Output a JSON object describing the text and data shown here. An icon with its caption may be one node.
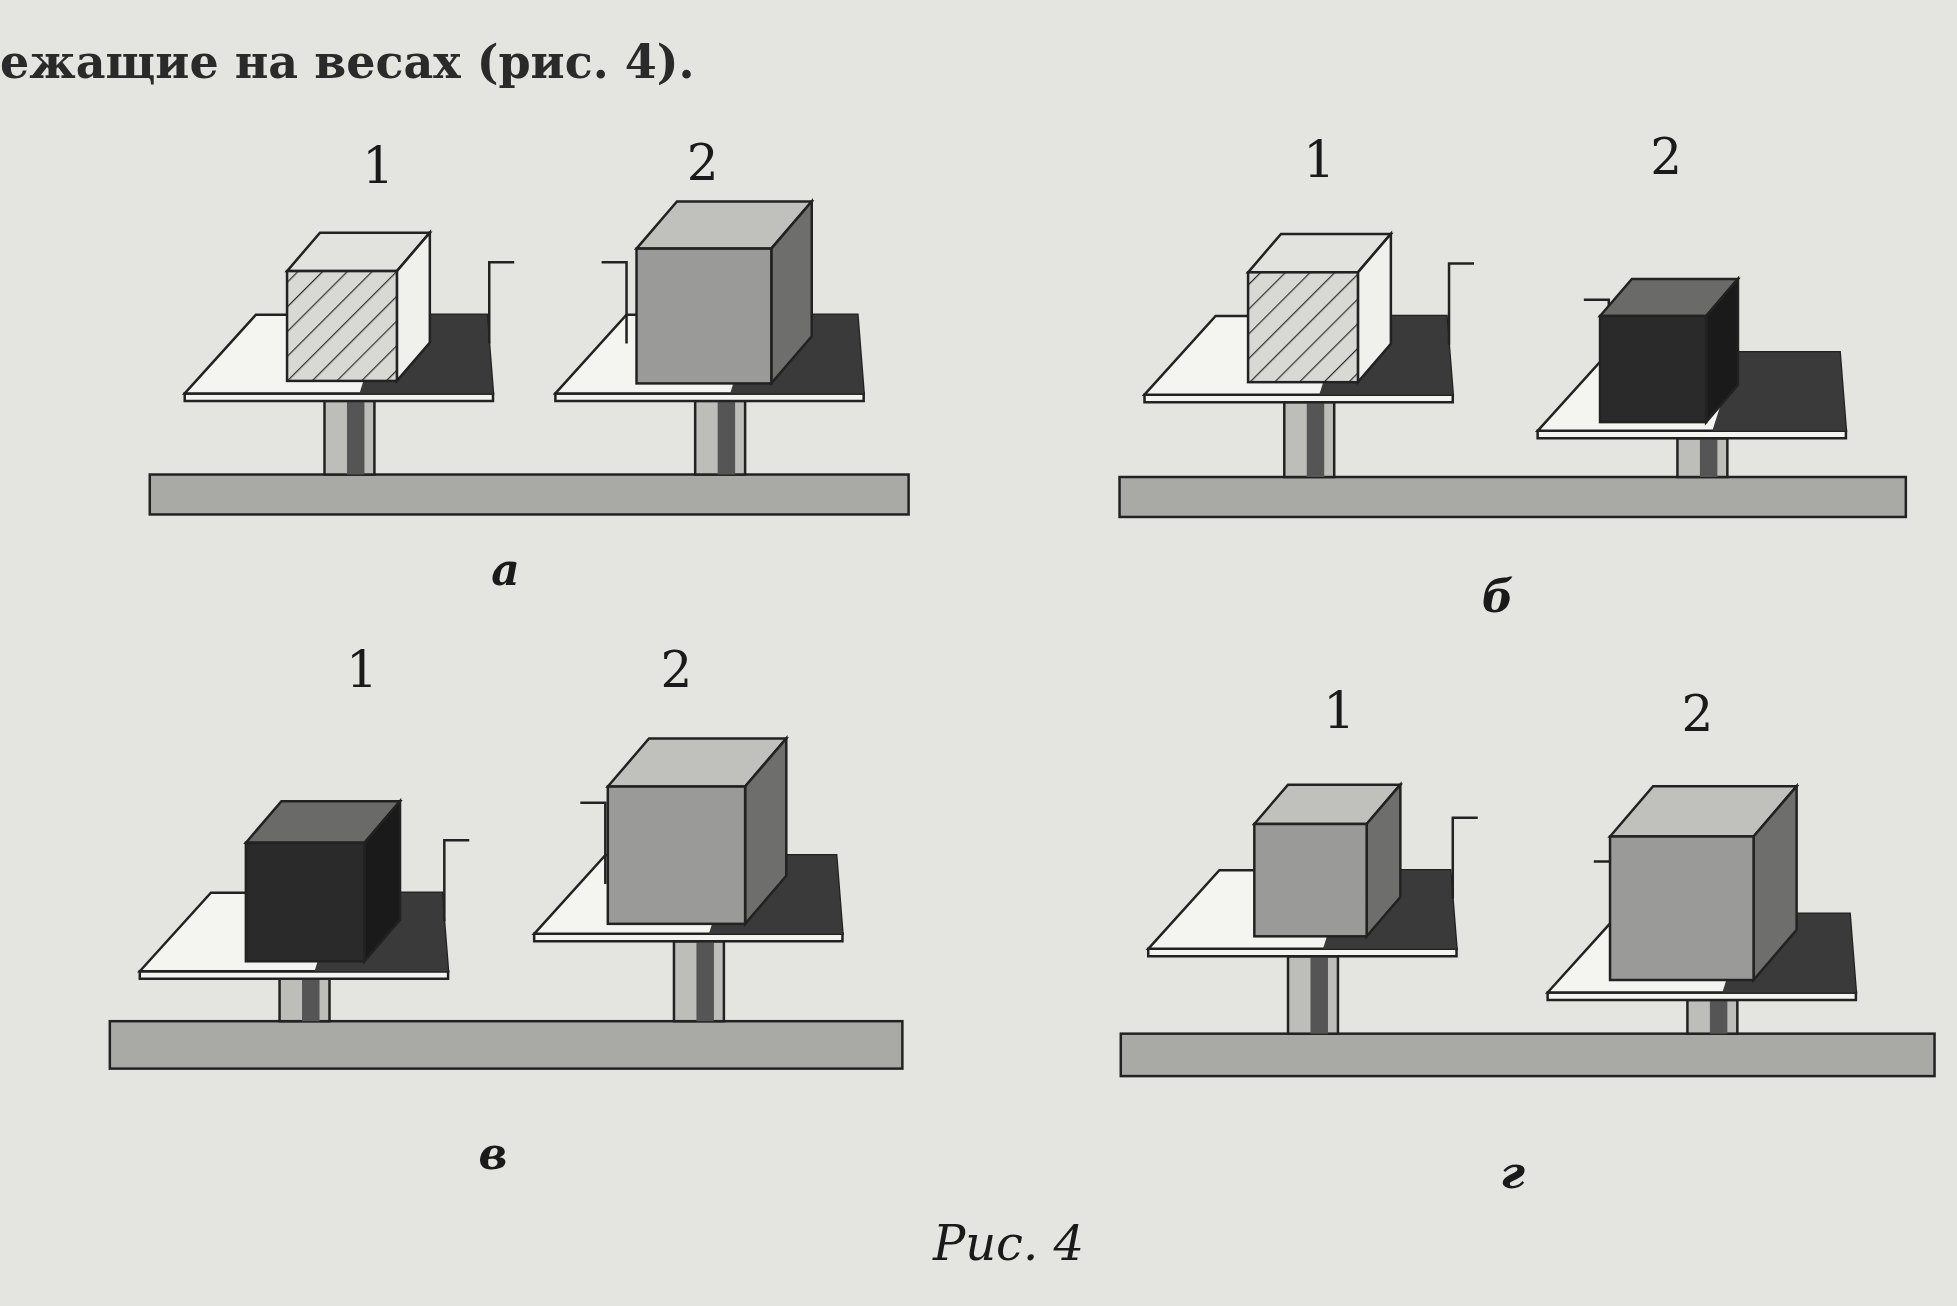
{
  "diagram": {
    "caption": "Рис. 4",
    "labels": [
      "ежащие на весах (рис. 4).",
      "1",
      "2",
      "а",
      "1",
      "2",
      "б",
      "1",
      "2",
      "в",
      "1",
      "2",
      "г"
    ]
  }
}
